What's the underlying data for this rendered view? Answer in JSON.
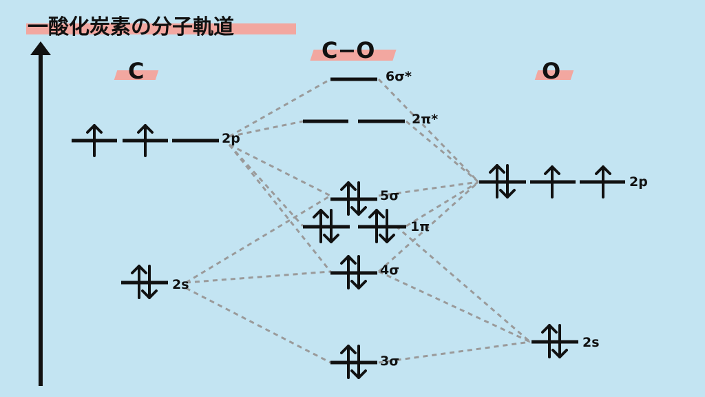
{
  "title": "一酸化炭素の分子軌道",
  "columns": {
    "left": "C",
    "center": "C−O",
    "right": "O"
  },
  "atom_c": {
    "p_label": "2p",
    "s_label": "2s"
  },
  "atom_o": {
    "p_label": "2p",
    "s_label": "2s"
  },
  "molecule": {
    "sigma6_star": "6σ*",
    "pi2_star": "2π*",
    "sigma5": "5σ",
    "pi1": "1π",
    "sigma4": "4σ",
    "sigma3": "3σ"
  },
  "colors": {
    "background": "#c3e4f2",
    "highlight": "#f2a7a0",
    "line": "#111111",
    "dash": "#9a9a9a"
  }
}
